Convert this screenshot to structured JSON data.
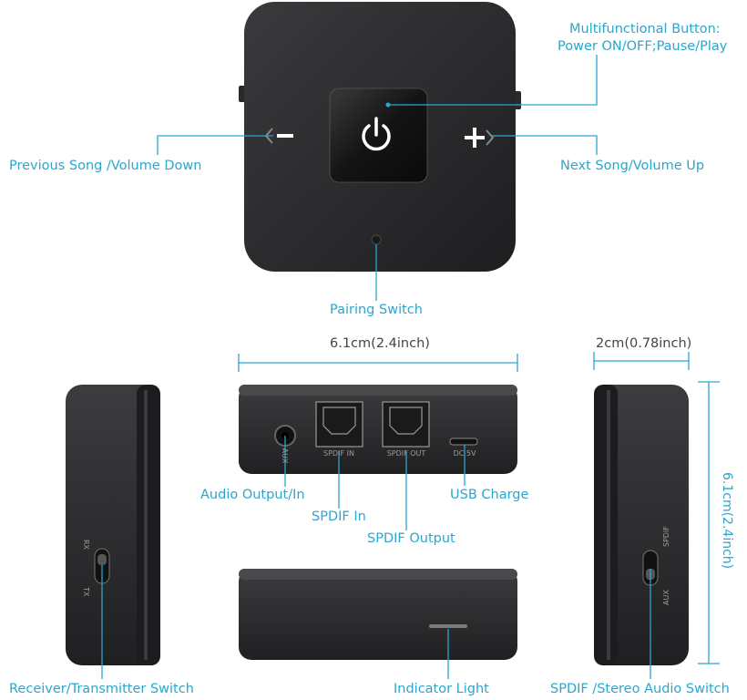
{
  "labels": {
    "multifunction_line1": "Multifunctional Button:",
    "multifunction_line2": "Power ON/OFF;Pause/Play",
    "previous": "Previous Song /Volume Down",
    "next": "Next Song/Volume Up",
    "pairing": "Pairing Switch",
    "audio_output": "Audio Output/In",
    "spdif_in": "SPDIF In",
    "spdif_output": "SPDIF Output",
    "usb_charge": "USB Charge",
    "indicator": "Indicator Light",
    "receiver_switch": "Receiver/Transmitter Switch",
    "spdif_stereo_switch": "SPDIF /Stereo Audio Switch"
  },
  "dimensions": {
    "width": "6.1cm(2.4inch)",
    "depth": "2cm(0.78inch)",
    "height": "6.1cm(2.4inch)"
  },
  "device_text": {
    "aux": "AUX",
    "spdif_in_port": "SPDIF IN",
    "spdif_out_port": "SPDIF OUT",
    "dc": "DC 5V",
    "rx": "RX",
    "tx": "TX",
    "spdif_side": "SPDIF",
    "aux_side": "AUX"
  },
  "colors": {
    "accent": "#2aa6cf",
    "device": "#2b2b2d"
  }
}
